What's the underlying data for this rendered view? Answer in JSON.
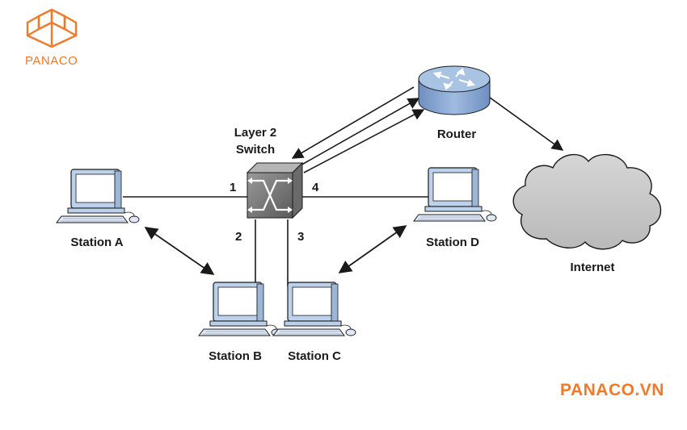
{
  "brand": {
    "logo_text": "PANACO",
    "footer_text": "PANACO.VN",
    "color": "#f07a2a"
  },
  "diagram": {
    "switch_label_line1": "Layer 2",
    "switch_label_line2": "Switch",
    "router_label": "Router",
    "internet_label": "Internet",
    "stations": {
      "a": "Station A",
      "b": "Station B",
      "c": "Station C",
      "d": "Station D"
    },
    "ports": {
      "p1": "1",
      "p2": "2",
      "p3": "3",
      "p4": "4"
    }
  },
  "icons": {
    "computer": "computer-icon",
    "switch": "switch-icon",
    "router": "router-icon",
    "cloud": "cloud-icon",
    "logo": "open-book-logo-icon"
  },
  "colors": {
    "monitor_frame": "#bcd2ec",
    "monitor_screen": "#ffffff",
    "line": "#1a1a1a",
    "router_top": "#a9c3e3",
    "cloud_fill": "#c8c8c8"
  }
}
